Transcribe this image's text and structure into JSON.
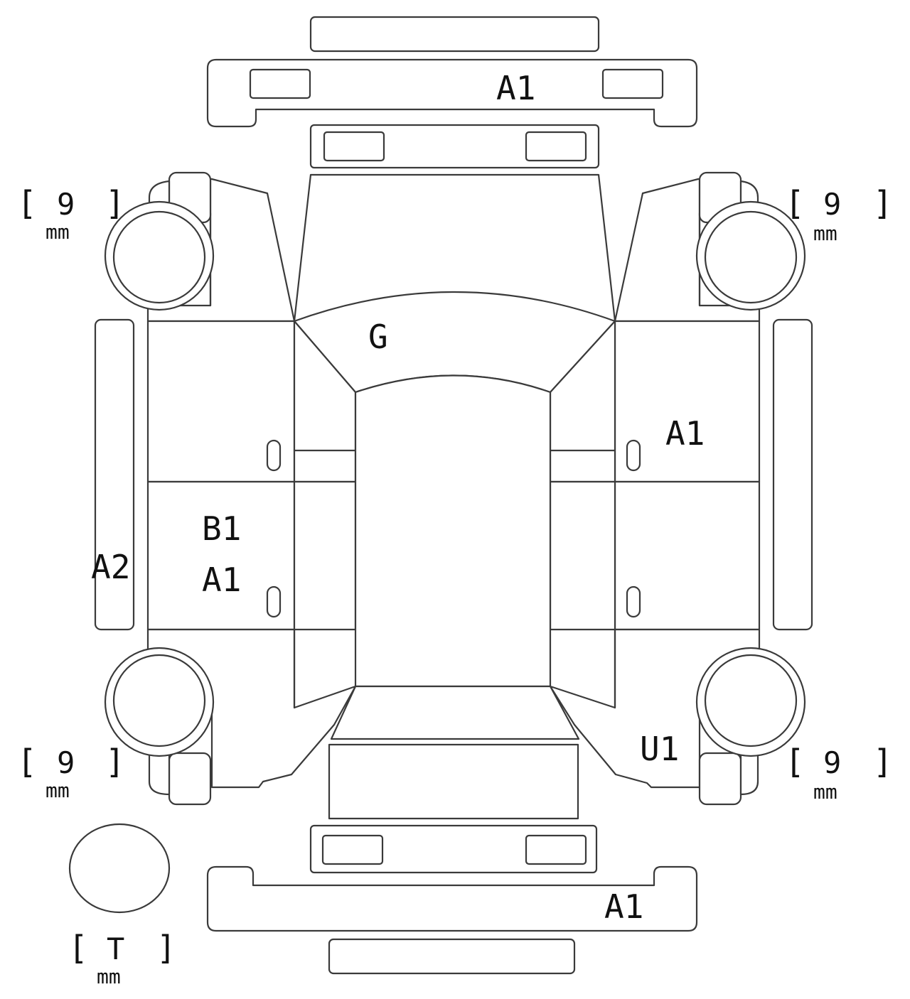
{
  "tire_readings": {
    "front_left": {
      "open": "[",
      "value": "9",
      "close": "]",
      "unit": "mm"
    },
    "front_right": {
      "open": "[",
      "value": "9",
      "close": "]",
      "unit": "mm"
    },
    "rear_left": {
      "open": "[",
      "value": "9",
      "close": "]",
      "unit": "mm"
    },
    "rear_right": {
      "open": "[",
      "value": "9",
      "close": "]",
      "unit": "mm"
    },
    "spare": {
      "open": "[",
      "value": "T",
      "close": "]",
      "unit": "mm"
    }
  },
  "damage_codes": {
    "front_bumper": "A1",
    "windshield": "G",
    "right_front_door": "A1",
    "left_rear_door_1": "B1",
    "left_rear_door_2": "A1",
    "left_side_sill": "A2",
    "right_rear_quarter": "U1",
    "rear_bumper": "A1"
  },
  "colors": {
    "line": "#3a3a3a",
    "text": "#111111",
    "background": "#ffffff"
  }
}
